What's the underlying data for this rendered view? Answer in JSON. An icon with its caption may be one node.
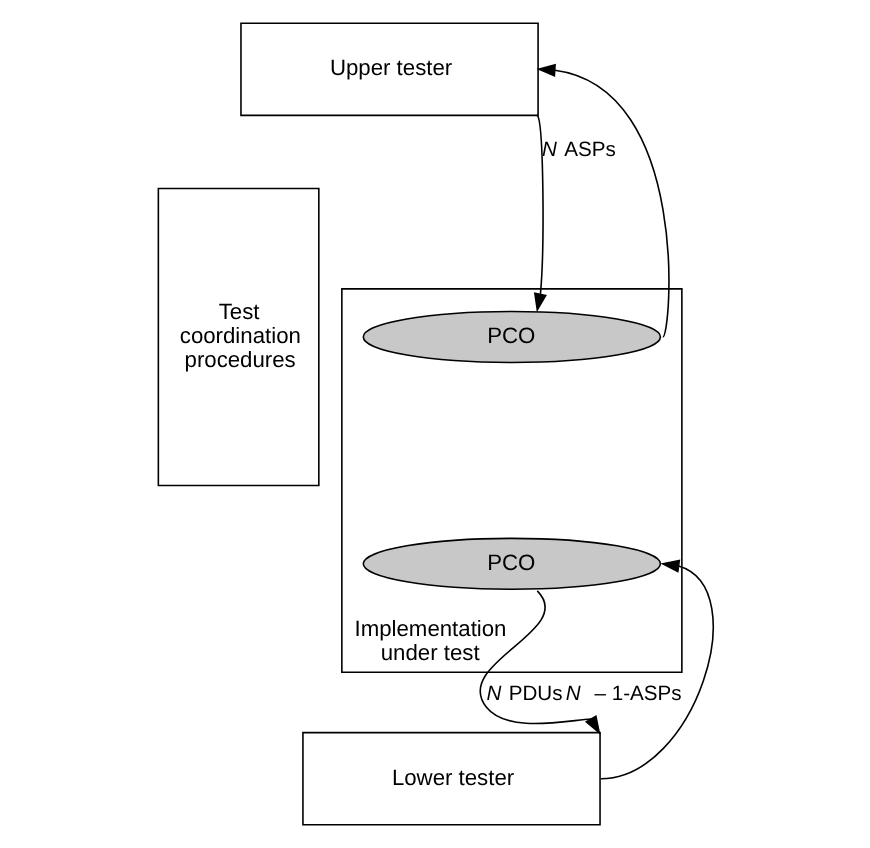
{
  "diagram": {
    "nodes": [
      {
        "text": [
          "Test coordination procedures"
        ]
      },
      {
        "text": [
          "Upper tester"
        ]
      },
      {
        "text": [
          "Implementation under test"
        ]
      },
      {
        "text": [
          "PCO"
        ],
        "in": 2
      },
      {
        "text": [
          "PCO"
        ],
        "in": 2
      },
      {
        "text": [
          "Lower tester"
        ]
      }
    ],
    "edges": [
      {
        "from": 1,
        "to": 3,
        "arrow": "to",
        "label": "*N* ASPs"
      },
      {
        "from": 3,
        "to": 1,
        "arrow": "to"
      },
      {
        "from": 4,
        "to": 5,
        "arrow": "to",
        "label": "*N* PDUs *N* – 1-ASPs"
      },
      {
        "from": 5,
        "to": 4,
        "arrow": "to"
      }
    ]
  }
}
